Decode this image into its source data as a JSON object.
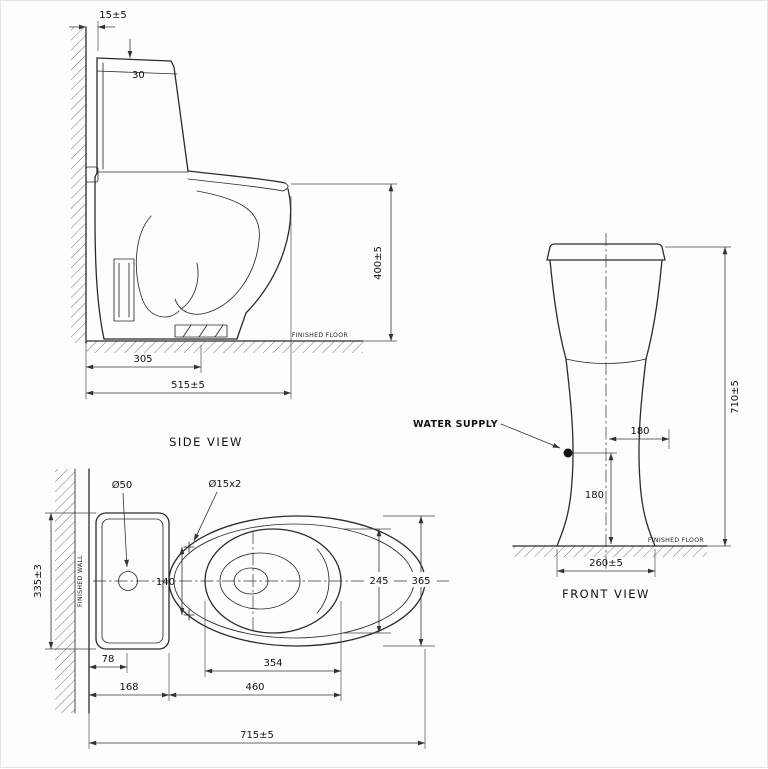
{
  "side_view": {
    "label": "SIDE VIEW",
    "finished_floor": "FINISHED FLOOR",
    "dim_top_gap": "15±5",
    "dim_lid": "30",
    "dim_rim_height": "400±5",
    "dim_rough_in": "305",
    "dim_depth": "515±5"
  },
  "front_view": {
    "label": "FRONT VIEW",
    "finished_floor": "FINISHED FLOOR",
    "water_supply_label": "WATER SUPPLY",
    "dim_height": "710±5",
    "dim_supply_offset": "180",
    "dim_supply_height": "180",
    "dim_base_width": "260±5"
  },
  "top_view": {
    "finished_wall": "FINISHED WALL",
    "dim_flush_button": "Ø50",
    "dim_bolt_holes": "Ø15x2",
    "dim_bolt_spacing": "140",
    "dim_tank_width": "335±3",
    "dim_bowl_inner_width": "245",
    "dim_bowl_width": "365",
    "dim_bowl_inner_length": "354",
    "dim_bowl_length": "460",
    "dim_wall_gap": "78",
    "dim_tank_depth": "168",
    "dim_overall_length": "715±5"
  }
}
